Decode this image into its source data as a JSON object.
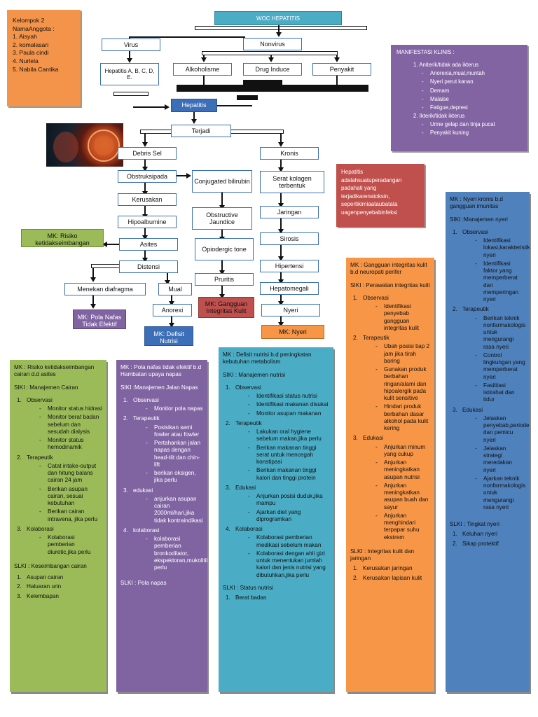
{
  "title": "WOC HEPATITIS",
  "group": {
    "heading": "Kelompok 2",
    "members_label": "NamaAnggota :",
    "members": [
      "1. Aisyah",
      "2. komalasari",
      "3. Paula cindi",
      "4. Nurlela",
      "5. Nabila Cantika"
    ]
  },
  "nodes": {
    "virus": "Virus",
    "nonvirus": "Nonvirus",
    "hepatitis_abcde": "Hepatitis A, B, C, D, E.",
    "alkoholisme": "Alkoholisme",
    "drug_induce": "Drug Induce",
    "penyakit": "Penyakit",
    "hepatitis": "Hepatitis",
    "terjadi": "Terjadi",
    "debris_sel": "Debris Sel",
    "kronis": "Kronis",
    "obstruksi": "Obstruksipada",
    "conjugated": "Conjugated bilirubin",
    "serat_kolagen": "Serat kolagen terbentuk",
    "kerusakan": "Kerusakan",
    "obstructive": "Obstructive Jaundice",
    "jaringan": "Jaringan",
    "hipoalbumine": "Hipoalbumine",
    "sirosis": "Sirosis",
    "asites": "Asites",
    "opiodergic": "Opiodergic tone",
    "distensi": "Distensi",
    "hipertensi": "Hipertensi",
    "pruritis": "Pruritis",
    "hepatomegali": "Hepatomegali",
    "menekan": "Menekan diafragma",
    "mual": "Mual",
    "anorexi": "Anorexi",
    "nyeri": "Nyeri",
    "mk_risiko": "MK: Risiko ketidakseimbangan",
    "mk_pola": "MK: Pola Nafas Tidak Efektif",
    "mk_defisit": "MK: Defisit Nutrisi",
    "mk_gangguan": "MK: Gangguan Integritas Kulit",
    "mk_nyeri": "MK: Nyeri"
  },
  "manifestasi": {
    "heading": "MANIFESTASI KLINIS :",
    "groups": [
      {
        "n": "1.",
        "label": "Aniterik/tidak ada ikterus",
        "items": [
          "Anorexia,mual,muntah",
          "Nyeri perut kanan",
          "Demam",
          "Malaise",
          "Fatigue,depresi"
        ]
      },
      {
        "n": "2.",
        "label": "Ikterik/tidak ikterus",
        "items": [
          "Urine gelap dan tinja pucat",
          "Penyakit kuning"
        ]
      }
    ]
  },
  "definition": "Hepatitis adalahsuatuperadangan padahati yang terjadikarenatoksin, sepertikimiaataubatata uagenpenyebabinfeksi",
  "columns": [
    {
      "key": "green",
      "mk": "MK : Risiko ketidakseimbangan cairan d.d asites",
      "siki": "SIKI : Manajemen Cairan",
      "sections": [
        {
          "n": "1.",
          "label": "Observasi",
          "items": [
            "Monitor status hidrasi",
            "Monitor berat badan sebelum dan sesudah dialysis",
            "Monitor status hemodinamik"
          ]
        },
        {
          "n": "2.",
          "label": "Terapeutik",
          "items": [
            "Catat intake-output dan hitung balans cairan 24 jam",
            "Berikan asupan cairan, sesuai kebutuhan",
            "Berikan cairan intravena, jika perlu"
          ]
        },
        {
          "n": "3.",
          "label": "Kolaborasi",
          "items": [
            "Kolaborasi pemberian diuretic,jika perlu"
          ]
        }
      ],
      "slki": "SLKI : Keseimbangan cairan",
      "outcomes": [
        "Asupan cairan",
        "Haluaran urin",
        "Kelembapan"
      ]
    },
    {
      "key": "purple",
      "mk": "MK : Pola nafas tidak efektif b.d Hambatan upaya napas",
      "siki": "SIKI :Manajemen Jalan Napas",
      "sections": [
        {
          "n": "1.",
          "label": "Observasi",
          "items": [
            "Monitor pola napas"
          ]
        },
        {
          "n": "2.",
          "label": "Terapeutik",
          "items": [
            "Posisikan semi fowler atau fowler",
            "Pertahankan jalan napas dengan head-tilt dan chin-lift",
            "berikan oksigen, jika perlu"
          ]
        },
        {
          "n": "3.",
          "label": "edukasi",
          "items": [
            "anjurkan asupan cairan 2000ml/hari,jika tidak kontraindikasi"
          ]
        },
        {
          "n": "4.",
          "label": "kolaborasi",
          "items": [
            "kolaborasi pemberian bronkodilator, ekspektoran,mukolitik,jika perlu"
          ]
        }
      ],
      "slki": "SLKI : Pola napas",
      "outcomes": []
    },
    {
      "key": "teal",
      "mk": "MK : Defisit nutrisi b.d peningkatan kebutuhan metabolism",
      "siki": "SIKI : Manajemen nutrisi",
      "sections": [
        {
          "n": "1.",
          "label": "Observasi",
          "items": [
            "Identifikasi status nutrisi",
            "Identifikasi makanan disukai",
            "Monitor asupan makanan"
          ]
        },
        {
          "n": "2.",
          "label": "Terapeutik",
          "items": [
            "Lakukan oral hygiene sebelum makan,jika perlu",
            "Berikan makanan tinggi serat untuk mencegah konstipasi",
            "Berikan makanan tinggi kalori dan tinggi protein"
          ]
        },
        {
          "n": "3.",
          "label": "Edukasi",
          "items": [
            "Anjurkan posisi duduk,jika mampu",
            "Ajarkan diet yang diprogramkan"
          ]
        },
        {
          "n": "4.",
          "label": "Kolaborasi",
          "items": [
            "Kolaborasi pemberian medikasi sebelum makan",
            "Kolaborasi dengan ahli gizi untuk menentukan jumlah kalori dan jenis nutrisi yang dibutuhkan,jika perlu"
          ]
        }
      ],
      "slki": "SLKI : Status nutrisi",
      "outcomes": [
        "Berat badan"
      ]
    },
    {
      "key": "orange",
      "mk": "MK : Gangguan integritas kulit b.d neuropati perifer",
      "siki": "SIKI : Perawatan integritas kulit",
      "sections": [
        {
          "n": "1.",
          "label": "Observasi",
          "items": [
            "Identifikasi penyebab gangguan integritas kulit"
          ]
        },
        {
          "n": "2.",
          "label": "Terapeutik",
          "items": [
            "Ubah posisi tiap 2 jam jika tirah baring",
            "Gunakan produk berbahan ringan/alami dan hipoalergik pada kulit sensitive",
            "Hindari produk berbahan dasar alkohol pada kulit kering"
          ]
        },
        {
          "n": "3.",
          "label": "Edukasi",
          "items": [
            "Anjurkan minum yang cukup",
            "Anjurkan meningkatkan asupan nutrisi",
            "Anjurkan meningkatkan asupan buah dan sayur",
            "Anjurkan menghindari terpapar suhu ekstrem"
          ]
        }
      ],
      "slki": "SLKI : Integritas kulit dan jaringan",
      "outcomes": [
        "Kerusakan jaringan",
        "Kerusakan lapisan kulit"
      ]
    },
    {
      "key": "blue",
      "mk": "MK : Nyeri kronis b.d gangguan imunitas",
      "siki": "SIKI :Manajemen nyeri",
      "sections": [
        {
          "n": "1.",
          "label": "Observasi",
          "items": [
            "Identifikasi lokasi,karakteristik,durasi,frekuensi,kualitas,intensitas nyeri",
            "Identifikasi faktor yang memperberat dan memperingan nyeri"
          ]
        },
        {
          "n": "2.",
          "label": "Terapeutik",
          "items": [
            "Berikan teknik nonfarmakologis untuk mengurangi rasa nyeri",
            "Control lingkungan yang memperberat nyeri",
            "Fasilitasi istirahat dan tidur"
          ]
        },
        {
          "n": "3.",
          "label": "Edukasi",
          "items": [
            "Jelaskan penyebab,periode, dan pemicu nyeri",
            "Jelaskan strategi meredakan nyeri",
            "Ajarkan teknik nonfarmakologis untuk mengurangi rasa nyeri"
          ]
        }
      ],
      "slki": "SLKI : Tingkat nyeri",
      "outcomes": [
        "Keluhan nyeri",
        "Sikap protektif"
      ]
    }
  ],
  "colors": {
    "group_box": "#f4944a",
    "title_bar": "#4bacc6",
    "hepatitis_node": "#3d6fb8",
    "manifestasi": "#8364a3",
    "definition": "#c0504d",
    "green": "#9bbb59",
    "purple": "#8064a2",
    "teal": "#4bacc6",
    "orange": "#f79646",
    "blue": "#4f81bd"
  }
}
